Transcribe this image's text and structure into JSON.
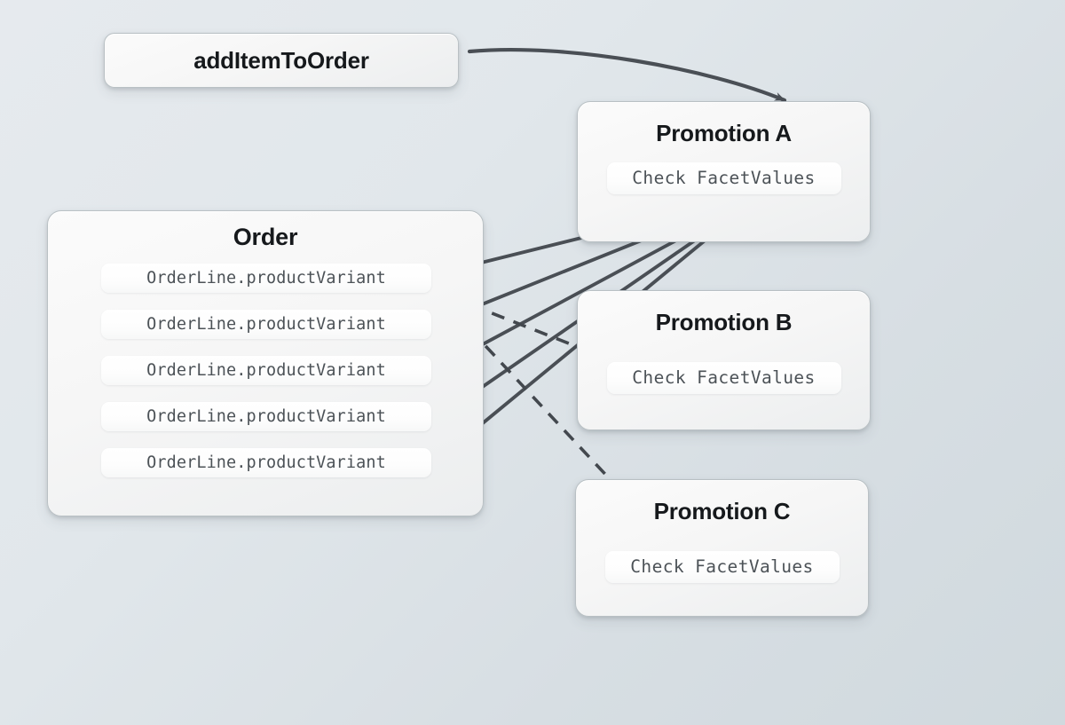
{
  "diagram": {
    "title_node": {
      "label": "addItemToOrder"
    },
    "order": {
      "title": "Order",
      "lines": [
        "OrderLine.productVariant",
        "OrderLine.productVariant",
        "OrderLine.productVariant",
        "OrderLine.productVariant",
        "OrderLine.productVariant"
      ]
    },
    "promotions": [
      {
        "title": "Promotion A",
        "check": "Check FacetValues"
      },
      {
        "title": "Promotion B",
        "check": "Check FacetValues"
      },
      {
        "title": "Promotion C",
        "check": "Check FacetValues"
      }
    ],
    "colors": {
      "background_start": "#e6eaee",
      "background_end": "#d0d9de",
      "card_fill": "#f7f8f8",
      "card_border": "#b9c0c4",
      "edge_solid": "#4a4f55",
      "edge_dashed": "#43484e",
      "title_text": "#16191c",
      "mono_text": "#4c5257"
    },
    "edges": [
      {
        "name": "addItemToOrder-to-promotionA",
        "style": "curved-solid",
        "from": "addItemToOrder",
        "to": "Promotion A"
      },
      {
        "name": "promotionA-to-orderline-1",
        "style": "solid",
        "from": "Promotion A Check FacetValues",
        "to": "OrderLine 1"
      },
      {
        "name": "promotionA-to-orderline-2",
        "style": "solid",
        "from": "Promotion A Check FacetValues",
        "to": "OrderLine 2"
      },
      {
        "name": "promotionA-to-orderline-3",
        "style": "solid",
        "from": "Promotion A Check FacetValues",
        "to": "OrderLine 3"
      },
      {
        "name": "promotionA-to-orderline-4",
        "style": "solid",
        "from": "Promotion A Check FacetValues",
        "to": "OrderLine 4"
      },
      {
        "name": "promotionA-to-orderline-5",
        "style": "solid",
        "from": "Promotion A Check FacetValues",
        "to": "OrderLine 5"
      },
      {
        "name": "promotionB-to-orderline-2",
        "style": "dashed",
        "from": "Promotion B Check FacetValues",
        "to": "OrderLine 2"
      },
      {
        "name": "promotionC-to-orderline-2",
        "style": "dashed",
        "from": "Promotion C Check FacetValues",
        "to": "OrderLine 2"
      }
    ]
  }
}
